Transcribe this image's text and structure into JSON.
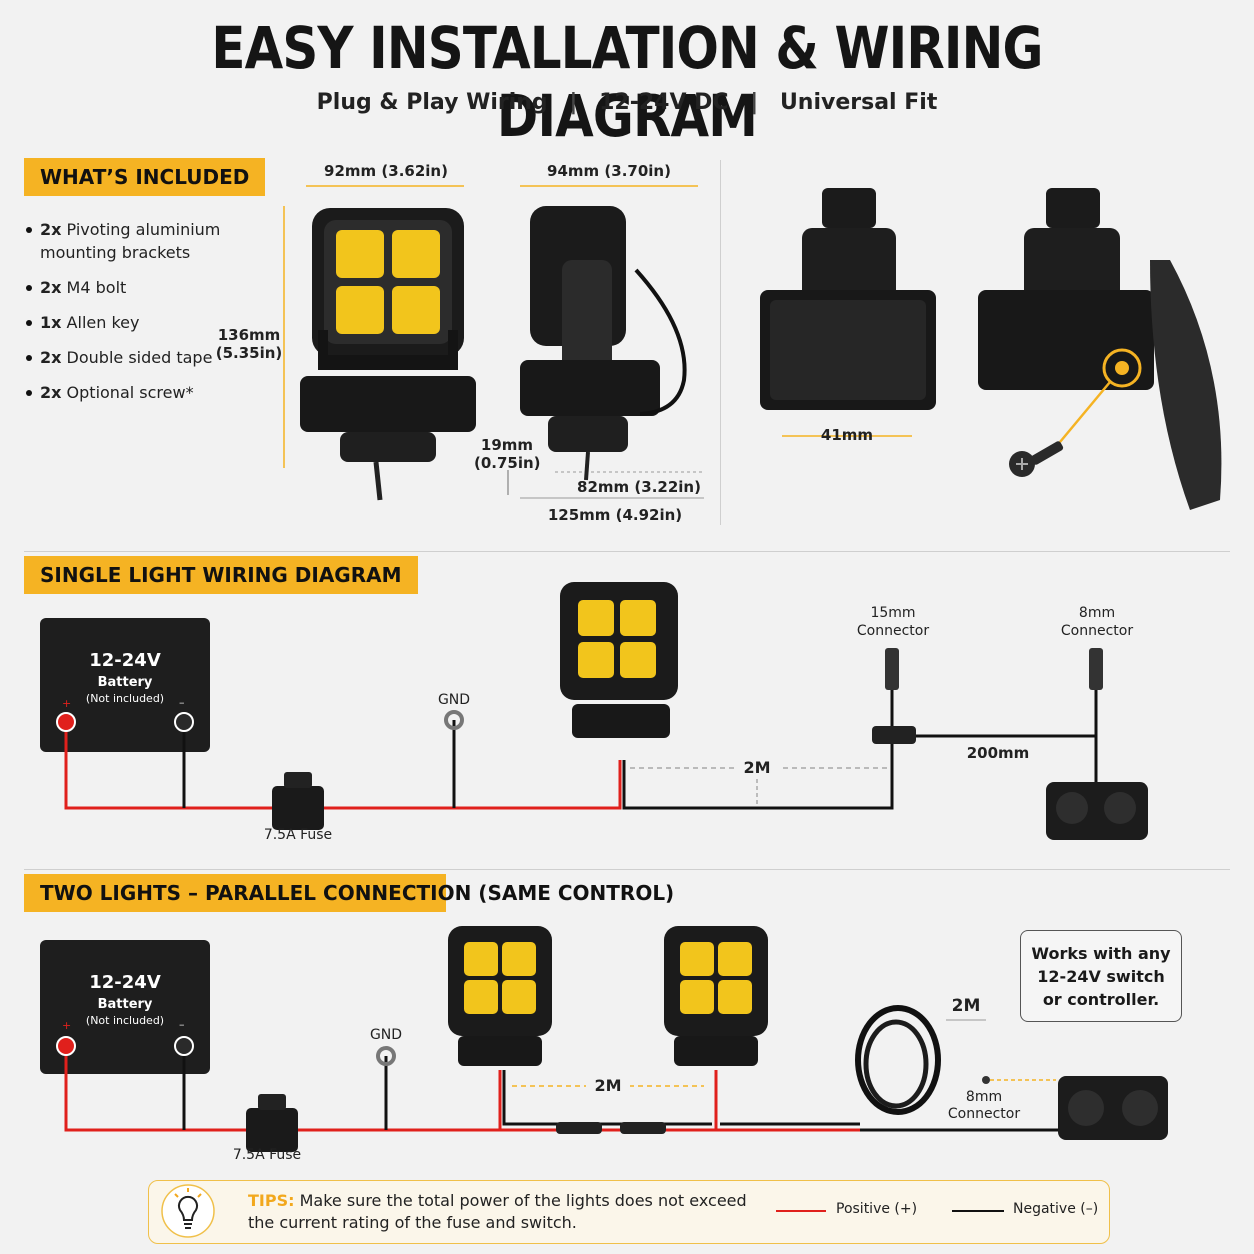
{
  "header": {
    "title": "EASY INSTALLATION & WIRING DIAGRAM",
    "sub1": "Plug & Play Wiring",
    "sub2": "12-24V DC",
    "sub3": "Universal Fit",
    "sep": "|"
  },
  "included": {
    "label": "WHAT’S INCLUDED",
    "items": [
      {
        "qty": "2x",
        "text": "Pivoting aluminium mounting brackets"
      },
      {
        "qty": "2x",
        "text": "M4 bolt"
      },
      {
        "qty": "1x",
        "text": "Allen key"
      },
      {
        "qty": "2x",
        "text": "Double sided tape"
      },
      {
        "qty": "2x",
        "text": "Optional screw*"
      }
    ]
  },
  "dimensions": {
    "width_front": "92mm (3.62in)",
    "height_line1": "136mm",
    "height_line2": "(5.35in)",
    "width_side": "94mm (3.70in)",
    "base_line1": "19mm",
    "base_line2": "(0.75in)",
    "depth_inner": "82mm (3.22in)",
    "depth_total": "125mm (4.92in)",
    "base_width": "41mm"
  },
  "single": {
    "label": "SINGLE LIGHT WIRING DIAGRAM",
    "battery_voltage": "12-24V",
    "battery_label": "Battery",
    "battery_note": "(Not included)",
    "plus": "+",
    "minus": "–",
    "gnd": "GND",
    "fuse": "7.5A Fuse",
    "cable": "2M",
    "conn15_l1": "15mm",
    "conn15_l2": "Connector",
    "conn8_l1": "8mm",
    "conn8_l2": "Connector",
    "branch": "200mm"
  },
  "double": {
    "label": "TWO LIGHTS – PARALLEL CONNECTION (SAME CONTROL)",
    "battery_voltage": "12-24V",
    "battery_label": "Battery",
    "battery_note": "(Not included)",
    "plus": "+",
    "minus": "–",
    "gnd": "GND",
    "fuse": "7.5A Fuse",
    "between": "2M",
    "coil": "2M",
    "conn8_l1": "8mm",
    "conn8_l2": "Connector",
    "note_l1": "Works with any",
    "note_l2": "12-24V switch",
    "note_l3": "or controller."
  },
  "tips": {
    "key": "TIPS:",
    "line1": "Make sure the total power of the lights does not exceed",
    "line2": "the current rating of the fuse and switch."
  },
  "legend": {
    "positive": "Positive (+)",
    "negative": "Negative (–)"
  },
  "colors": {
    "accent": "#f5b323",
    "positive_wire": "#e0201c",
    "negative_wire": "#111111",
    "led": "#f2c51c"
  }
}
